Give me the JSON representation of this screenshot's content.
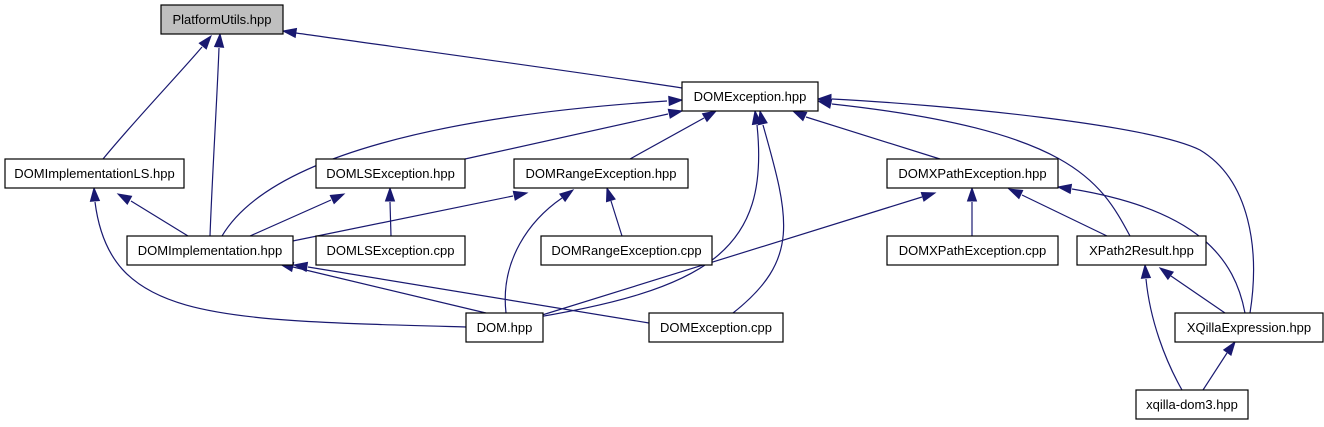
{
  "colors": {
    "edge": "#191970",
    "node_fill": "#ffffff",
    "highlight_fill": "#bfbfbf",
    "border": "#000000",
    "text": "#000000"
  },
  "nodes": [
    {
      "id": "platformutils_hpp",
      "label": "PlatformUtils.hpp",
      "highlighted": true
    },
    {
      "id": "domexception_hpp",
      "label": "DOMException.hpp"
    },
    {
      "id": "domimplementationls_hpp",
      "label": "DOMImplementationLS.hpp"
    },
    {
      "id": "domlsexception_hpp",
      "label": "DOMLSException.hpp"
    },
    {
      "id": "domrangeexception_hpp",
      "label": "DOMRangeException.hpp"
    },
    {
      "id": "domxpathexception_hpp",
      "label": "DOMXPathException.hpp"
    },
    {
      "id": "domimplementation_hpp",
      "label": "DOMImplementation.hpp"
    },
    {
      "id": "domlsexception_cpp",
      "label": "DOMLSException.cpp"
    },
    {
      "id": "domrangeexception_cpp",
      "label": "DOMRangeException.cpp"
    },
    {
      "id": "domxpathexception_cpp",
      "label": "DOMXPathException.cpp"
    },
    {
      "id": "xpath2result_hpp",
      "label": "XPath2Result.hpp"
    },
    {
      "id": "dom_hpp",
      "label": "DOM.hpp"
    },
    {
      "id": "domexception_cpp",
      "label": "DOMException.cpp"
    },
    {
      "id": "xqillaexpression_hpp",
      "label": "XQillaExpression.hpp"
    },
    {
      "id": "xqilla_dom3_hpp",
      "label": "xqilla-dom3.hpp"
    }
  ],
  "edges": [
    {
      "from": "domexception_hpp",
      "to": "platformutils_hpp"
    },
    {
      "from": "domimplementationls_hpp",
      "to": "platformutils_hpp"
    },
    {
      "from": "domimplementation_hpp",
      "to": "platformutils_hpp"
    },
    {
      "from": "domimplementation_hpp",
      "to": "domexception_hpp"
    },
    {
      "from": "domlsexception_hpp",
      "to": "domexception_hpp"
    },
    {
      "from": "domrangeexception_hpp",
      "to": "domexception_hpp"
    },
    {
      "from": "domxpathexception_hpp",
      "to": "domexception_hpp"
    },
    {
      "from": "xpath2result_hpp",
      "to": "domexception_hpp"
    },
    {
      "from": "xqillaexpression_hpp",
      "to": "domexception_hpp"
    },
    {
      "from": "dom_hpp",
      "to": "domexception_hpp"
    },
    {
      "from": "domexception_cpp",
      "to": "domexception_hpp"
    },
    {
      "from": "domimplementation_hpp",
      "to": "domimplementationls_hpp"
    },
    {
      "from": "dom_hpp",
      "to": "domimplementationls_hpp"
    },
    {
      "from": "domimplementation_hpp",
      "to": "domlsexception_hpp"
    },
    {
      "from": "domlsexception_cpp",
      "to": "domlsexception_hpp"
    },
    {
      "from": "domimplementation_hpp",
      "to": "domrangeexception_hpp"
    },
    {
      "from": "dom_hpp",
      "to": "domrangeexception_hpp"
    },
    {
      "from": "domrangeexception_cpp",
      "to": "domrangeexception_hpp"
    },
    {
      "from": "domxpathexception_cpp",
      "to": "domxpathexception_hpp"
    },
    {
      "from": "xpath2result_hpp",
      "to": "domxpathexception_hpp"
    },
    {
      "from": "xqillaexpression_hpp",
      "to": "domxpathexception_hpp"
    },
    {
      "from": "dom_hpp",
      "to": "domxpathexception_hpp"
    },
    {
      "from": "dom_hpp",
      "to": "domimplementation_hpp"
    },
    {
      "from": "domexception_cpp",
      "to": "domimplementation_hpp"
    },
    {
      "from": "xqillaexpression_hpp",
      "to": "xpath2result_hpp"
    },
    {
      "from": "xqilla_dom3_hpp",
      "to": "xpath2result_hpp"
    },
    {
      "from": "xqilla_dom3_hpp",
      "to": "xqillaexpression_hpp"
    }
  ]
}
